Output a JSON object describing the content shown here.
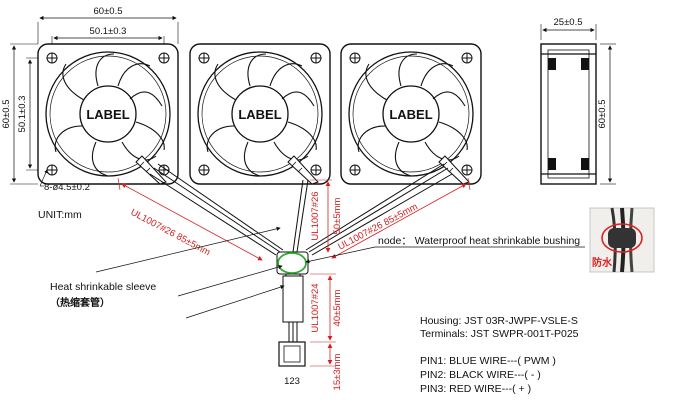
{
  "dims": {
    "width_outer": "60±0.5",
    "width_hole": "50.1±0.3",
    "height_outer": "60±0.5",
    "height_hole": "50.1±0.3",
    "holes": "8-ø4.5±0.2",
    "side_width": "25±0.5",
    "side_height": "60±0.5"
  },
  "fans": [
    {
      "label": "LABEL"
    },
    {
      "label": "LABEL"
    },
    {
      "label": "LABEL"
    }
  ],
  "unit": "UNIT:mm",
  "cables": {
    "left": "UL1007#26  85±5mm",
    "right": "UL1007#26  85±5mm",
    "mid_a": "UL1007#26",
    "mid_b": "50±5mm",
    "low_a": "UL1007#24",
    "low_b": "40±5mm",
    "end": "15±3mm"
  },
  "node_note": "node： Waterproof heat shrinkable bushing",
  "sleeve": {
    "en": "Heat shrinkable sleeve",
    "cn": "（热缩套管）"
  },
  "photo_badge": "防水",
  "connector_pins": "123",
  "specs": {
    "housing": "Housing: JST 03R-JWPF-VSLE-S",
    "terminals": "Terminals: JST SWPR-001T-P025",
    "pin1": "PIN1: BLUE  WIRE---( PWM )",
    "pin2": "PIN2: BLACK  WIRE---( - )",
    "pin3": "PIN3: RED  WIRE---( + )"
  },
  "colors": {
    "dimension_red": "#d42020",
    "node_green": "#2eaa2e",
    "badge_red": "#e02020"
  }
}
